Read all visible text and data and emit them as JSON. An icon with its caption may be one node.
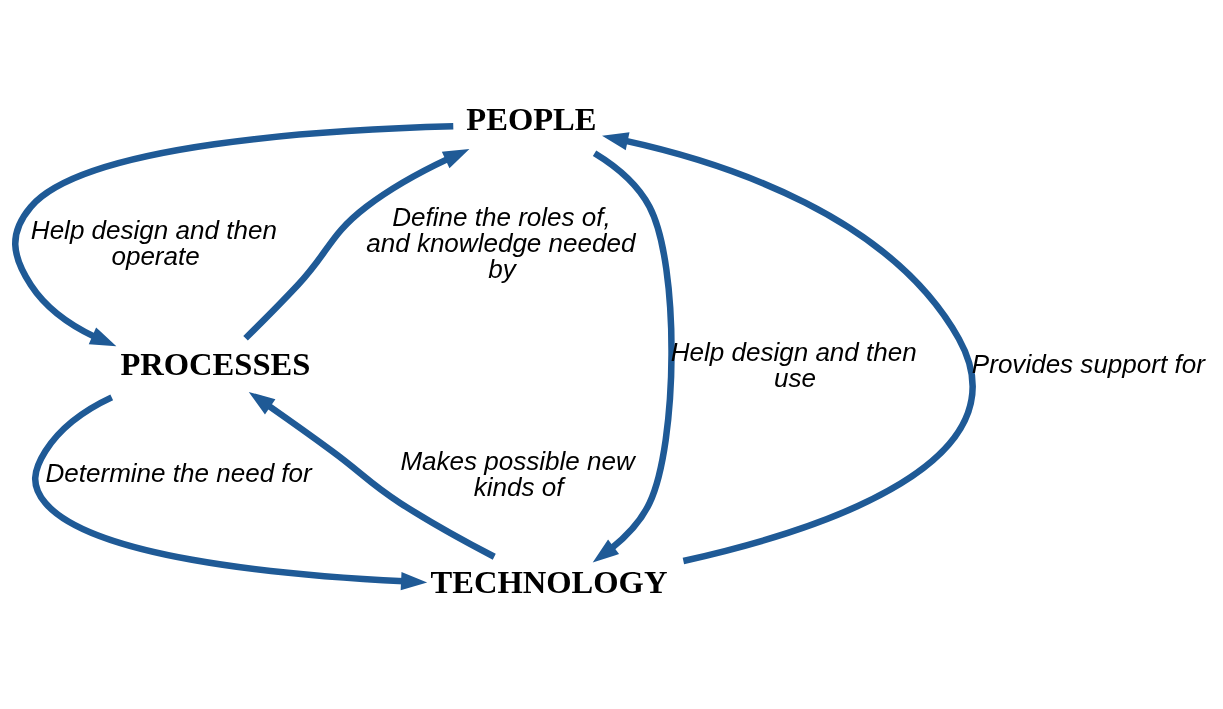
{
  "diagram": {
    "nodes": [
      {
        "text": [
          "PEOPLE"
        ]
      },
      {
        "text": [
          "PROCESSES"
        ]
      },
      {
        "text": [
          "TECHNOLOGY"
        ]
      }
    ],
    "edges": [
      {
        "from": 1,
        "to": 0,
        "arrow": "to",
        "label": "Define the roles of, and knowledge needed by"
      },
      {
        "from": 0,
        "to": 1,
        "arrow": "to",
        "label": "Help design and then operate"
      },
      {
        "from": 2,
        "to": 0,
        "arrow": "to",
        "label": "Provides support for"
      },
      {
        "from": 0,
        "to": 2,
        "arrow": "to",
        "label": "Help design and then use"
      },
      {
        "from": 2,
        "to": 1,
        "arrow": "to",
        "label": "Makes possible new kinds of"
      },
      {
        "from": 1,
        "to": 2,
        "arrow": "to",
        "label": "Determine the need for"
      }
    ]
  }
}
